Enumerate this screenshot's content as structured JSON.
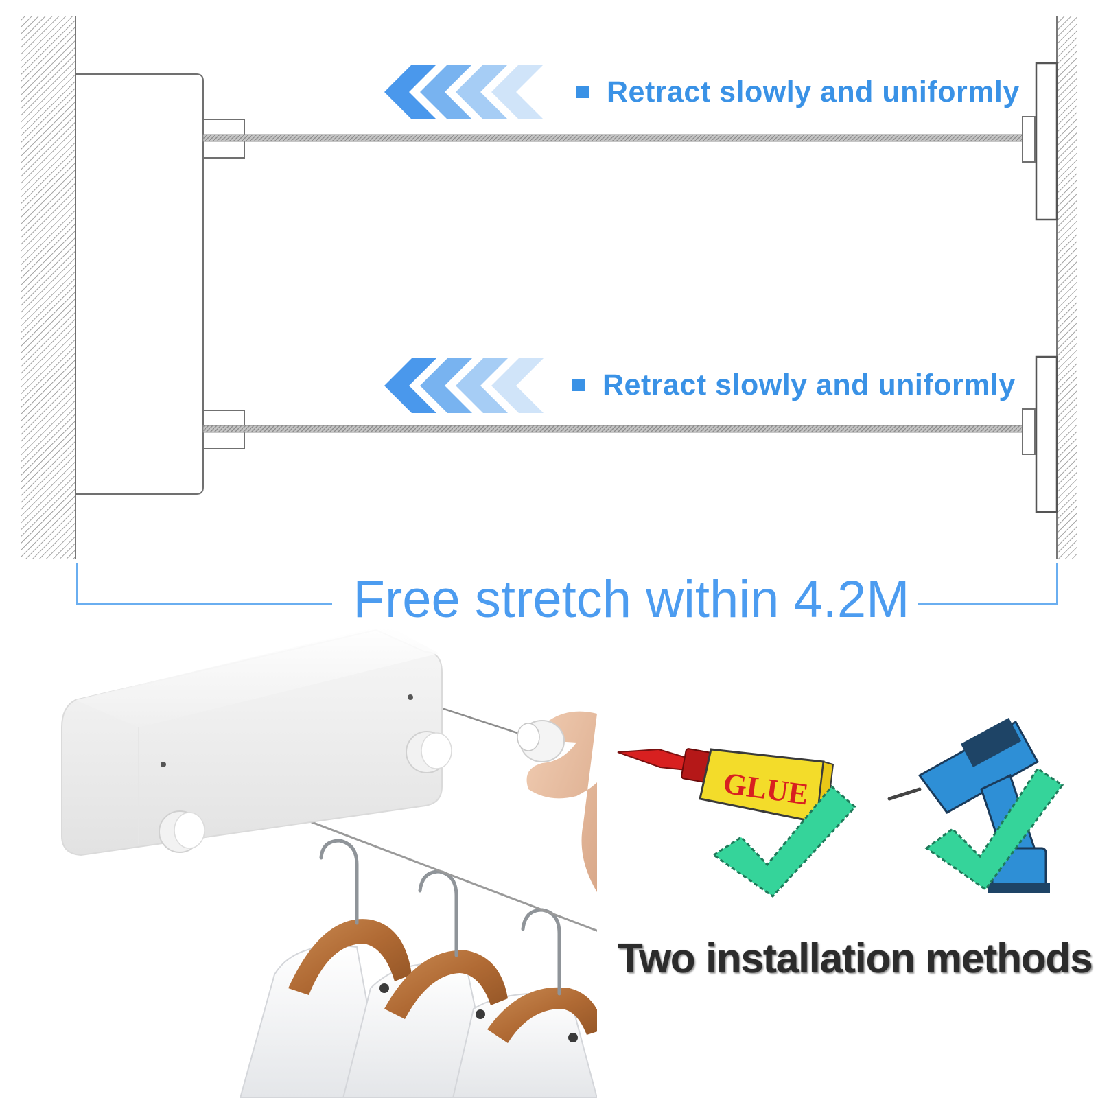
{
  "diagram": {
    "retract_label_top": "Retract slowly and uniformly",
    "retract_label_bottom": "Retract slowly and uniformly",
    "stretch_caption": "Free stretch within 4.2M"
  },
  "installation": {
    "glue_tube_text": "GLUE",
    "caption": "Two installation methods"
  },
  "colors": {
    "accent_blue": "#3a92e6",
    "check_green": "#35d49a",
    "drill_blue": "#2e8fd6",
    "glue_yellow": "#f3dc2a",
    "glue_red": "#d82020"
  },
  "icons": [
    "chevron-arrows-icon",
    "glue-tube-icon",
    "drill-icon",
    "checkmark-icon",
    "hand-icon",
    "hanger-icon"
  ]
}
